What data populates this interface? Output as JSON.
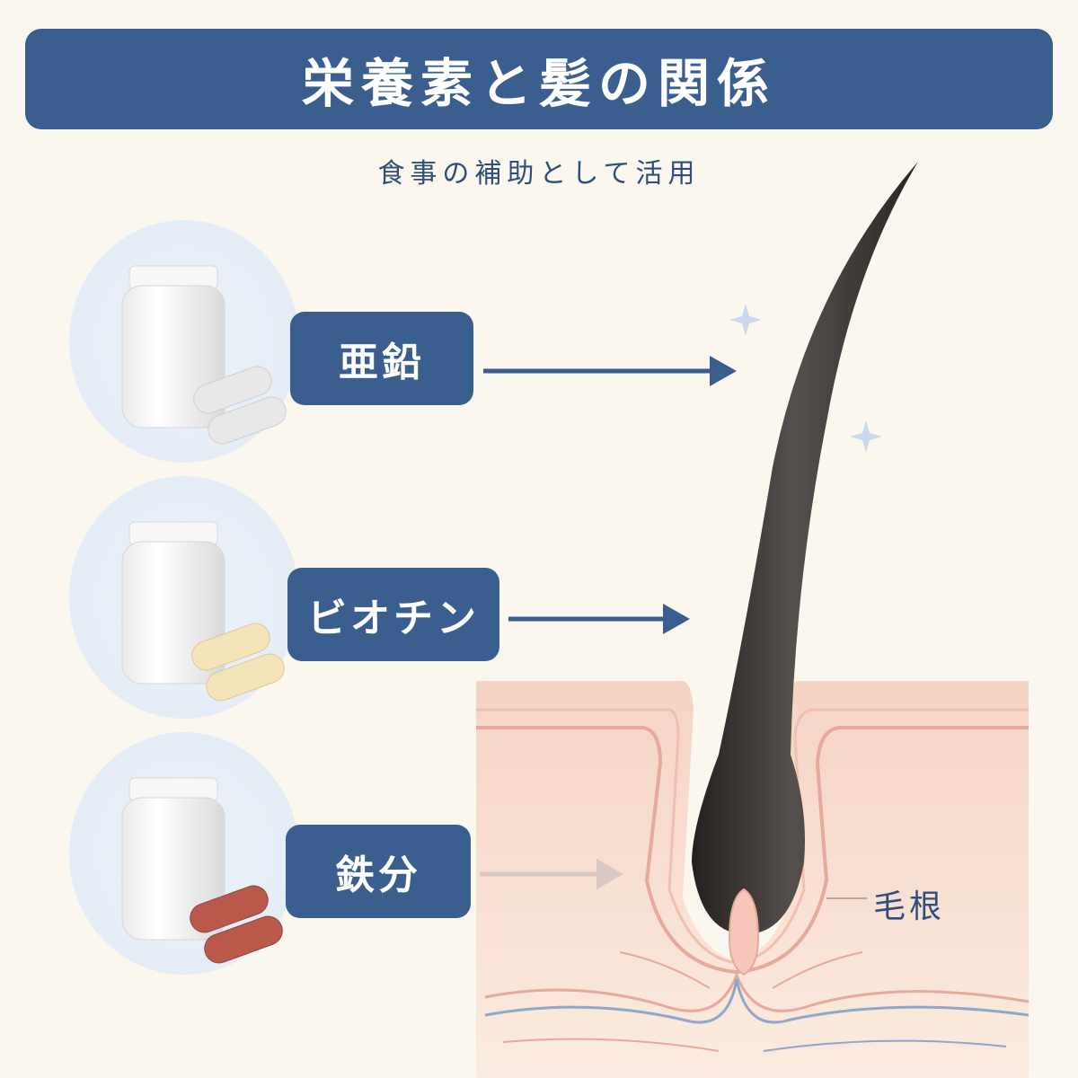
{
  "title": "栄養素と髪の関係",
  "subtitle": "食事の補助として活用",
  "nutrients": [
    {
      "label": "亜鉛",
      "capsule_color": "#e7e7e7"
    },
    {
      "label": "ビオチン",
      "capsule_color": "#f3e3b8"
    },
    {
      "label": "鉄分",
      "capsule_color": "#b9594c"
    }
  ],
  "hair_root_label": "毛根",
  "colors": {
    "accent": "#3a5f8f",
    "background": "#fbf7ef",
    "hair": "#3a3533",
    "skin": "#f5d7c6"
  }
}
